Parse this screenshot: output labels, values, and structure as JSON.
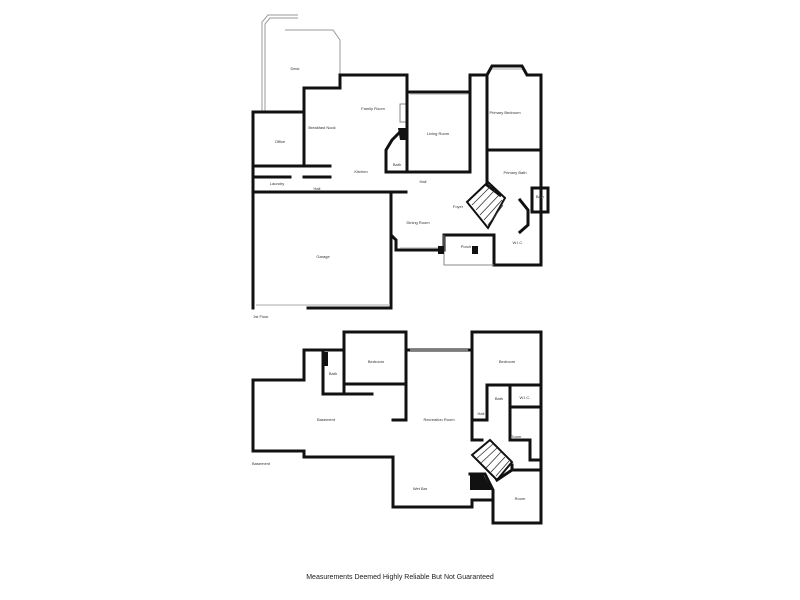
{
  "first_floor": {
    "level_label": "1st Floor",
    "rooms": {
      "deck": "Deck",
      "family_room": "Family Room",
      "breakfast_nook": "Breakfast Nook",
      "office": "Office",
      "living_room": "Living Room",
      "primary_bedroom": "Primary Bedroom",
      "kitchen": "Kitchen",
      "bath_small": "Bath",
      "laundry": "Laundry",
      "hall_left": "Hall",
      "hall_center": "Hall",
      "primary_bath": "Primary Bath",
      "bath_right": "Bath",
      "foyer": "Foyer",
      "dining_room": "Dining Room",
      "porch": "Porch",
      "wic": "W.I.C.",
      "garage": "Garage"
    }
  },
  "basement": {
    "level_label": "Basement",
    "rooms": {
      "bedroom_left": "Bedroom",
      "bath_left": "Bath",
      "basement": "Basement",
      "recreation_room": "Recreation Room",
      "bedroom_right": "Bedroom",
      "hall": "Hall",
      "bath_right": "Bath",
      "wic": "W.I.C.",
      "room": "Room",
      "wet_bar": "Wet Bar",
      "room_lower": "Room"
    }
  },
  "footer_text": "Measurements Deemed Highly Reliable But Not Guaranteed"
}
